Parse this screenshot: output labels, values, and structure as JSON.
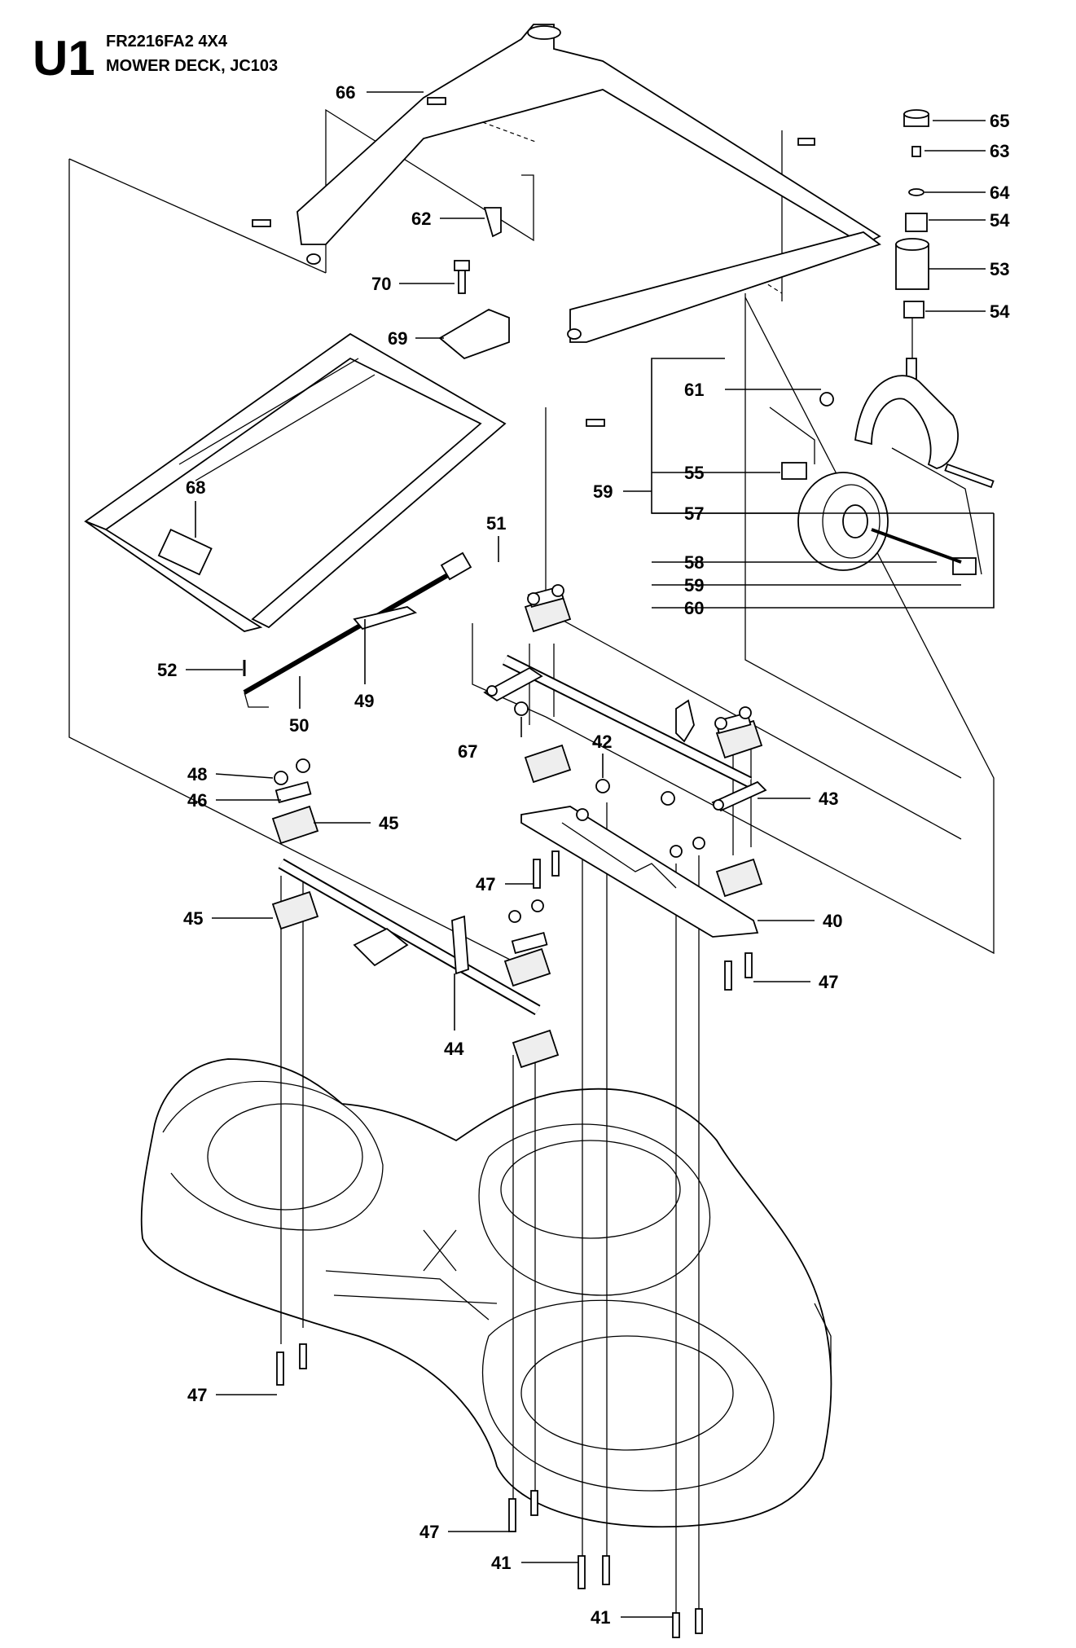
{
  "header": {
    "section_code": "U1",
    "model": "FR2216FA2 4X4",
    "title": "MOWER DECK, JC103"
  },
  "callouts": [
    {
      "id": "c66",
      "text": "66"
    },
    {
      "id": "c65",
      "text": "65"
    },
    {
      "id": "c63",
      "text": "63"
    },
    {
      "id": "c64",
      "text": "64"
    },
    {
      "id": "c54a",
      "text": "54"
    },
    {
      "id": "c53",
      "text": "53"
    },
    {
      "id": "c54b",
      "text": "54"
    },
    {
      "id": "c62",
      "text": "62"
    },
    {
      "id": "c70",
      "text": "70"
    },
    {
      "id": "c69",
      "text": "69"
    },
    {
      "id": "c61",
      "text": "61"
    },
    {
      "id": "c59a",
      "text": "59"
    },
    {
      "id": "c55",
      "text": "55"
    },
    {
      "id": "c57",
      "text": "57"
    },
    {
      "id": "c58",
      "text": "58"
    },
    {
      "id": "c59b",
      "text": "59"
    },
    {
      "id": "c60",
      "text": "60"
    },
    {
      "id": "c68",
      "text": "68"
    },
    {
      "id": "c51",
      "text": "51"
    },
    {
      "id": "c52",
      "text": "52"
    },
    {
      "id": "c49",
      "text": "49"
    },
    {
      "id": "c50",
      "text": "50"
    },
    {
      "id": "c67",
      "text": "67"
    },
    {
      "id": "c42",
      "text": "42"
    },
    {
      "id": "c43",
      "text": "43"
    },
    {
      "id": "c48",
      "text": "48"
    },
    {
      "id": "c46",
      "text": "46"
    },
    {
      "id": "c45a",
      "text": "45"
    },
    {
      "id": "c47a",
      "text": "47"
    },
    {
      "id": "c40",
      "text": "40"
    },
    {
      "id": "c45b",
      "text": "45"
    },
    {
      "id": "c47b",
      "text": "47"
    },
    {
      "id": "c44",
      "text": "44"
    },
    {
      "id": "c47c",
      "text": "47"
    },
    {
      "id": "c47d",
      "text": "47"
    },
    {
      "id": "c41a",
      "text": "41"
    },
    {
      "id": "c41b",
      "text": "41"
    }
  ]
}
